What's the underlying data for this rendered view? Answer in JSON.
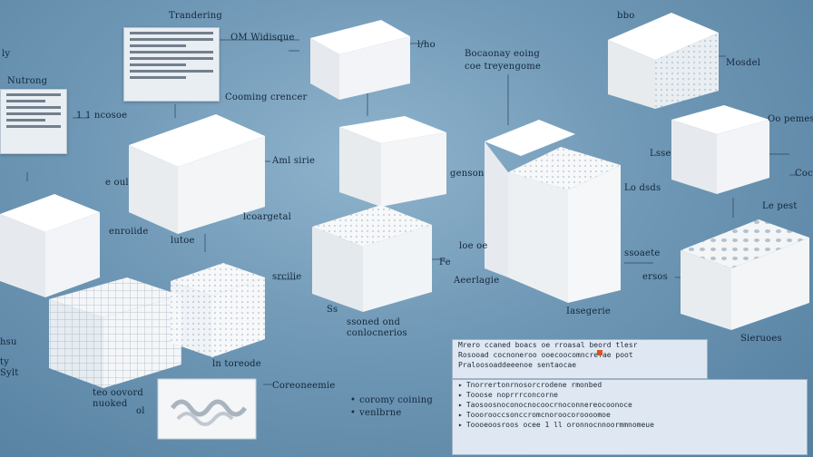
{
  "labels": {
    "top_center": "Trandering",
    "top_left_heading": "OM Widisque",
    "left_side": "Nutrong",
    "left_mid": "1 1 ncosoe",
    "left_cube_label": "e oul",
    "cube2_label": "Aml sirie",
    "arrow_mid": "Cooming crencer",
    "cube_mid_left": "enroiide",
    "cube_mid_left_b": "lutoe",
    "center_top_right": "l/ho",
    "gradient_title_1": "Bocaonay eoing",
    "gradient_title_2": "coe treyengome",
    "center_mid": "lcoargetal",
    "center_side": "genson",
    "center_b": "srcilie",
    "center_c": "Ss",
    "center_d": "ssoned ond",
    "center_e": "conlocnerios",
    "center_f": "ln toreode",
    "bottom_left_1": "teo oovord",
    "bottom_left_2": "nuoked",
    "bottom_left_3": "ol",
    "bottom_center": "Coreoneemie",
    "list_item_1": "coromy coining",
    "list_item_2": "venlbrne",
    "right_top_1": "bbo",
    "right_top_2": "Mosdel",
    "right_mid_1": "Oo pemesse",
    "right_mid_2": "Lsse",
    "right_mid_3": "Coc",
    "right_mid_4": "Lo dsds",
    "right_mid_5": "Le pest",
    "right_mid_6": "Fe",
    "right_mid_7": "ersos",
    "right_low_1": "loe oe",
    "right_low_2": "Iasegerie",
    "right_low_3": "Sieruoes",
    "right_low_4": "ssoaete",
    "far_left_1": "ly",
    "far_left_2": "hsu",
    "far_left_3": "ty",
    "far_left_4": "Sylt",
    "tall_label": "Aeerlagie"
  },
  "bottom_note": {
    "lines": [
      "Mrero ccaned boacs oe rroasal beord tlesr",
      "Rosooad cocnoneroo ooecoocomncrefae poot",
      "Praloosoaddeeenoe sentaocae"
    ]
  },
  "bottom_list": {
    "lines": [
      "Tnorrertonrnosorcrodene rmonbed",
      "Tooose noprrrconcorne",
      "Taosoosnoconocnocoocrnoconnereocoonoce",
      "Tooorooccsonccromcnoroocoroooomoe",
      "Toooeoosroos ocee 1 ll oronnocnnoormmnomeue"
    ]
  },
  "colors": {
    "background": "#6f98b6",
    "cube_face": "#f4f6f8",
    "accent": "#d9541e"
  }
}
